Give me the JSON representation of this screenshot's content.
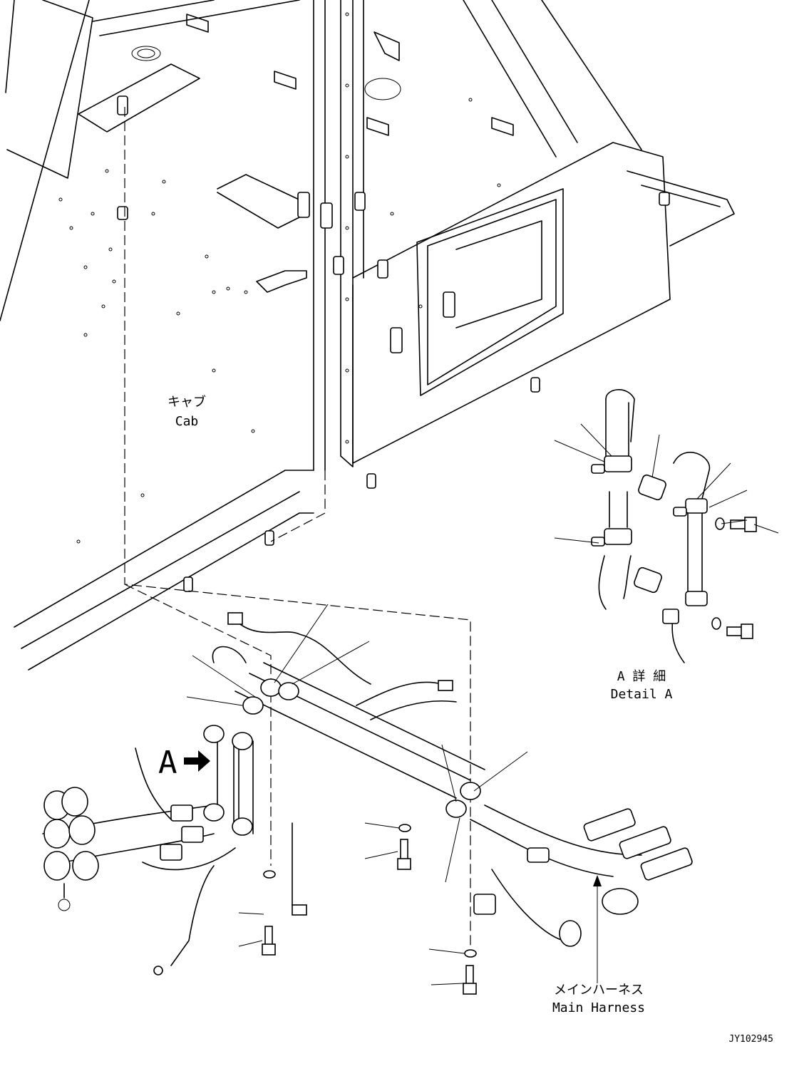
{
  "labels": {
    "cab_jp": "キャブ",
    "cab_en": "Cab",
    "detail_jp": "A 詳 細",
    "detail_en": "Detail A",
    "harness_jp": "メインハーネス",
    "harness_en": "Main Harness",
    "view_letter": "A",
    "drawing_number": "JY102945"
  }
}
